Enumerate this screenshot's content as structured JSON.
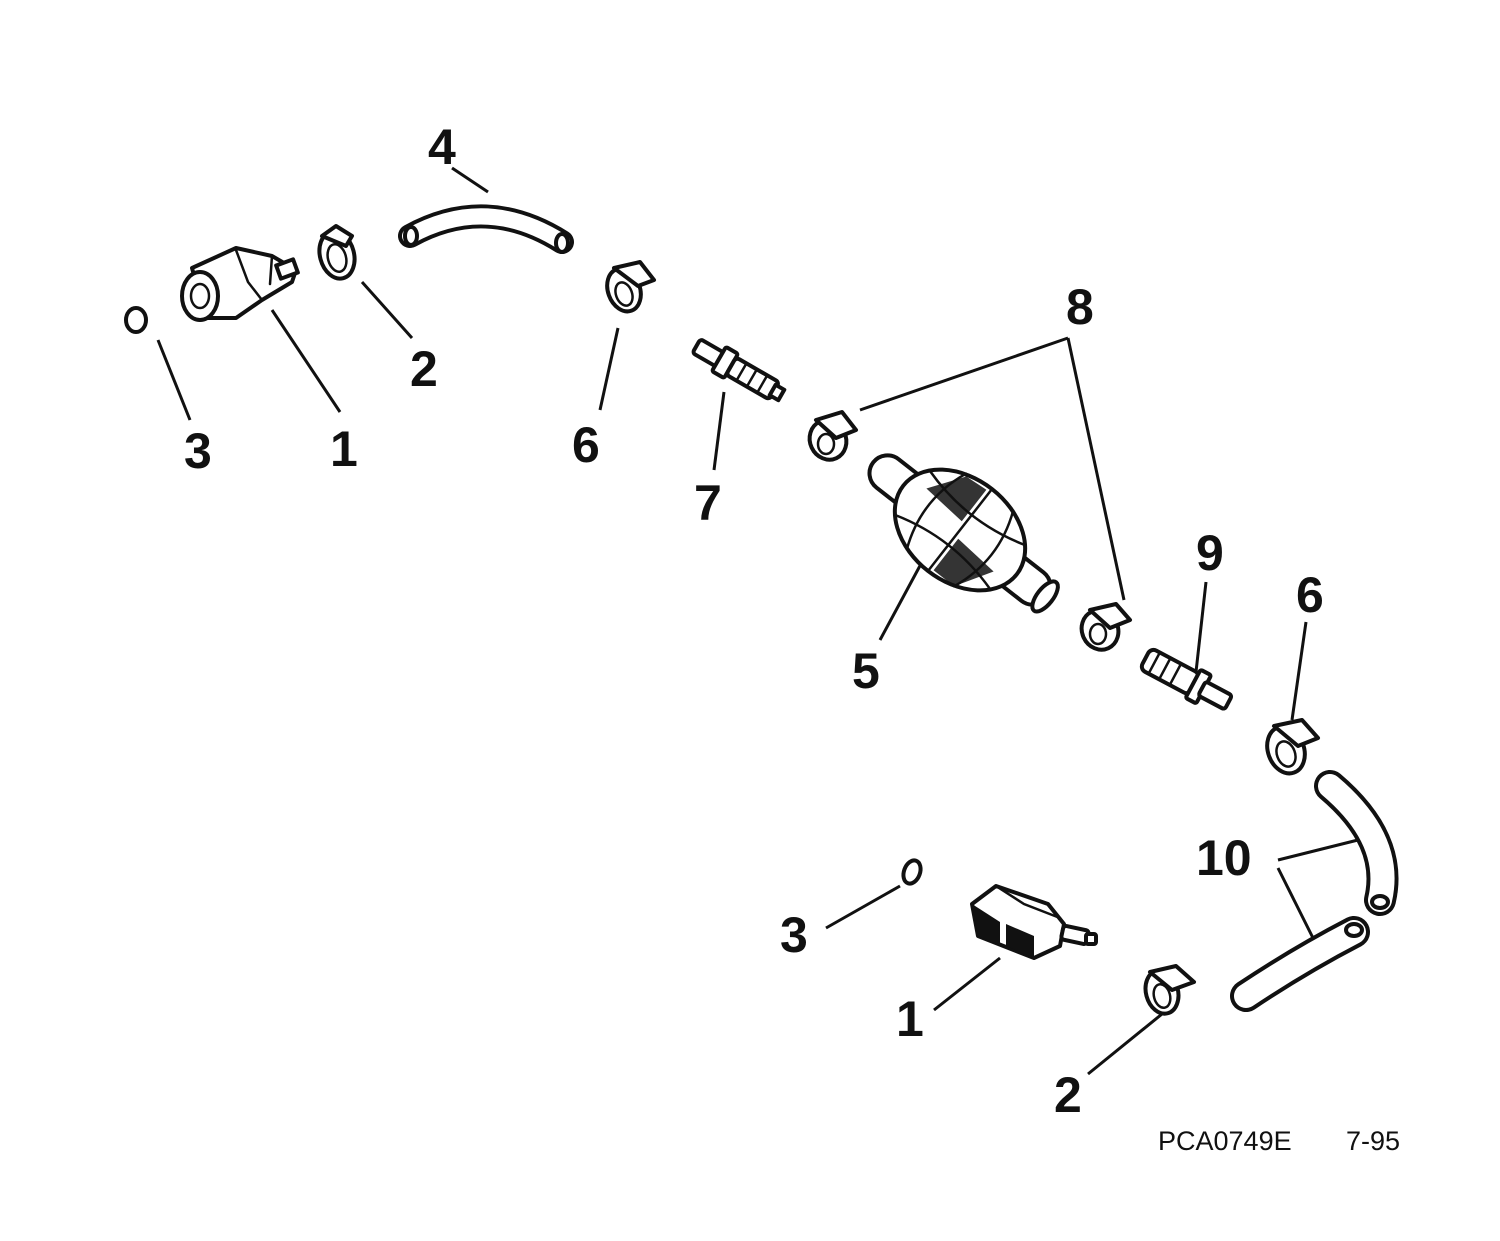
{
  "callouts": [
    {
      "id": "c3a",
      "label": "3"
    },
    {
      "id": "c1a",
      "label": "1"
    },
    {
      "id": "c2a",
      "label": "2"
    },
    {
      "id": "c4",
      "label": "4"
    },
    {
      "id": "c6a",
      "label": "6"
    },
    {
      "id": "c7",
      "label": "7"
    },
    {
      "id": "c8",
      "label": "8"
    },
    {
      "id": "c5",
      "label": "5"
    },
    {
      "id": "c9",
      "label": "9"
    },
    {
      "id": "c6b",
      "label": "6"
    },
    {
      "id": "c10",
      "label": "10"
    },
    {
      "id": "c3b",
      "label": "3"
    },
    {
      "id": "c1b",
      "label": "1"
    },
    {
      "id": "c2b",
      "label": "2"
    }
  ],
  "footer": {
    "part_code": "PCA0749E",
    "date_code": "7-95"
  }
}
